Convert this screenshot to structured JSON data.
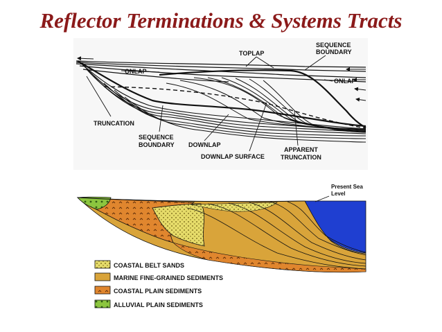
{
  "title": "Reflector Terminations & Systems Tracts",
  "top_diagram": {
    "labels": {
      "sequence_boundary_top_1": "SEQUENCE",
      "sequence_boundary_top_2": "BOUNDARY",
      "toplap": "TOPLAP",
      "onlap_left": "ONLAP",
      "onlap_right": "ONLAP",
      "truncation": "TRUNCATION",
      "sequence_boundary_bottom_1": "SEQUENCE",
      "sequence_boundary_bottom_2": "BOUNDARY",
      "downlap": "DOWNLAP",
      "downlap_surface": "DOWNLAP SURFACE",
      "apparent_truncation_1": "APPARENT",
      "apparent_truncation_2": "TRUNCATION"
    }
  },
  "bottom_diagram": {
    "sea_label_1": "Present Sea",
    "sea_label_2": "Level",
    "legend": [
      {
        "label": "COASTAL BELT SANDS",
        "color": "#e6dc6a"
      },
      {
        "label": "MARINE FINE-GRAINED SEDIMENTS",
        "color": "#d9a43a"
      },
      {
        "label": "COASTAL PLAIN SEDIMENTS",
        "color": "#e0862e"
      },
      {
        "label": "ALLUVIAL PLAIN SEDIMENTS",
        "color": "#8cc63f"
      }
    ],
    "colors": {
      "sea": "#1f3fd1",
      "marine": "#d9a43a",
      "coastal_plain": "#e0862e",
      "sands": "#e6dc6a",
      "alluvial": "#8cc63f"
    }
  }
}
